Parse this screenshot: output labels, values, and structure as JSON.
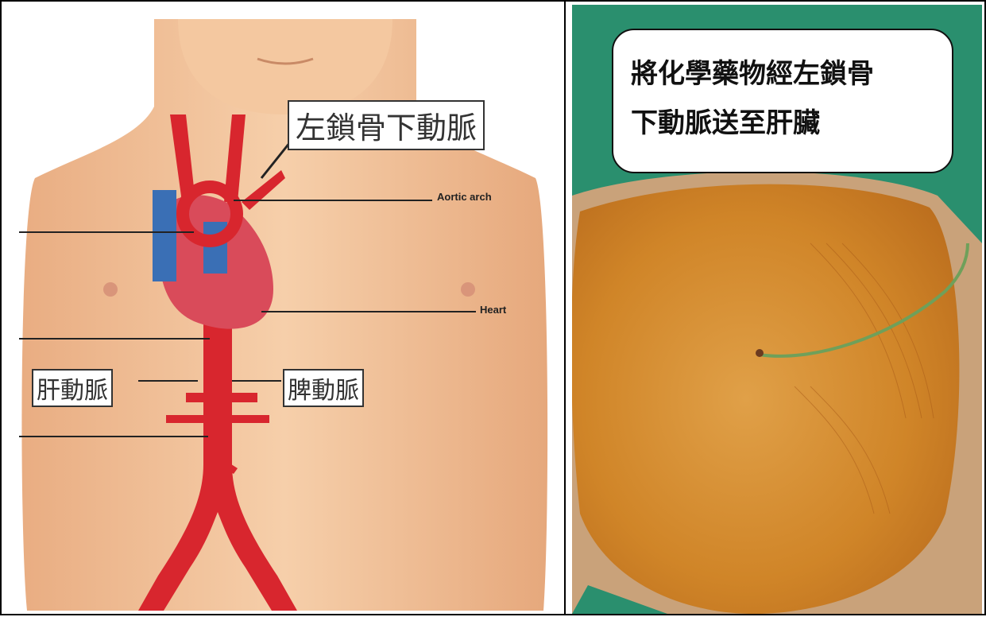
{
  "left_panel": {
    "labels": {
      "left_subclavian_artery": "左鎖骨下動脈",
      "aortic_arch": "Aortic arch",
      "heart": "Heart",
      "hepatic_artery": "肝動脈",
      "splenic_artery": "脾動脈"
    }
  },
  "right_panel": {
    "callout": {
      "line1": "將化學藥物經左鎖骨",
      "line2": "下動脈送至肝臟"
    }
  },
  "colors": {
    "skin": "#f2c39a",
    "artery": "#d8262e",
    "vein": "#3a6fb5",
    "drape": "#2a8f6e",
    "iodine": "#d58a2a"
  }
}
